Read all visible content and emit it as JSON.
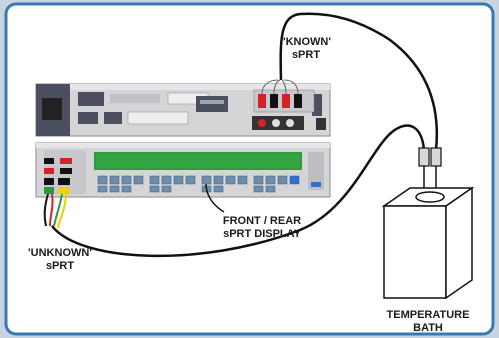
{
  "labels": {
    "known_line1": "'KNOWN'",
    "known_line2": "sPRT",
    "unknown_line1": "'UNKNOWN'",
    "unknown_line2": "sPRT",
    "display_line1": "FRONT / REAR",
    "display_line2": "sPRT DISPLAY",
    "bath_line1": "TEMPERATURE",
    "bath_line2": "BATH"
  },
  "colors": {
    "frame_border": "#3a78b5",
    "panel_background": "#ffffff",
    "page_background": "#c9d3e0",
    "instrument_body": "#d5d5d8",
    "instrument_dark": "#4b4f60",
    "display_green": "#2f9b3c",
    "cable": "#111111",
    "terminal_red": "#d6202a",
    "terminal_black": "#111111",
    "terminal_yellow": "#e8d200",
    "terminal_green": "#2c9a3a"
  }
}
